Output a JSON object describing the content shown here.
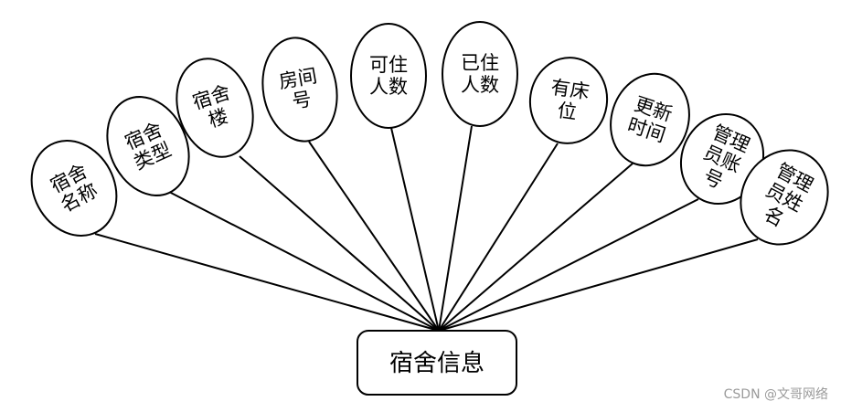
{
  "entity": {
    "label": "宿舍信息"
  },
  "attributes": [
    {
      "id": "dorm-name",
      "lines": [
        "宿舍",
        "名称"
      ]
    },
    {
      "id": "dorm-type",
      "lines": [
        "宿舍",
        "类型"
      ]
    },
    {
      "id": "dorm-building",
      "lines": [
        "宿舍",
        "楼"
      ]
    },
    {
      "id": "room-number",
      "lines": [
        "房间",
        "号"
      ]
    },
    {
      "id": "capacity",
      "lines": [
        "可住",
        "人数"
      ]
    },
    {
      "id": "occupied",
      "lines": [
        "已住",
        "人数"
      ]
    },
    {
      "id": "has-bed",
      "lines": [
        "有床",
        "位"
      ]
    },
    {
      "id": "update-time",
      "lines": [
        "更新",
        "时间"
      ]
    },
    {
      "id": "manager-account",
      "lines": [
        "管理",
        "员账",
        "号"
      ]
    },
    {
      "id": "manager-name",
      "lines": [
        "管理",
        "员姓",
        "名"
      ]
    }
  ],
  "watermark": "CSDN @文哥网络"
}
